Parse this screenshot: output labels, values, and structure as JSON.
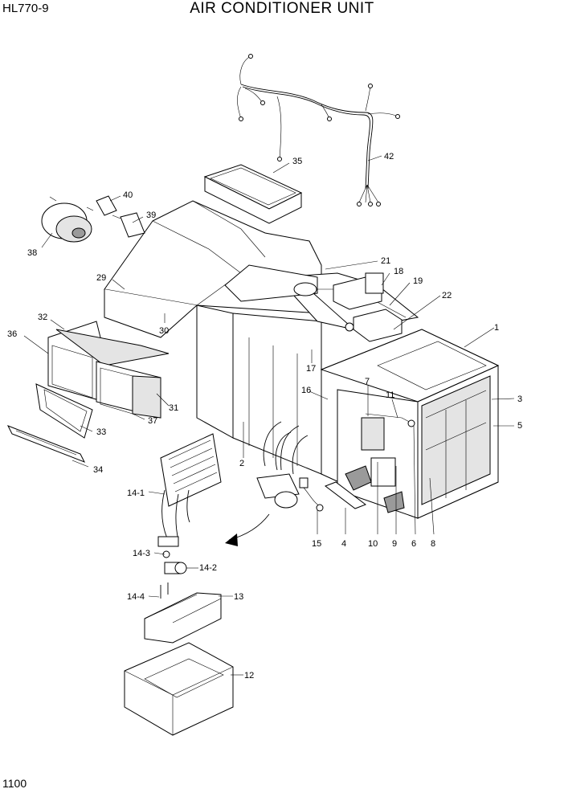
{
  "header": {
    "model": "HL770-9",
    "title": "AIR CONDITIONER UNIT"
  },
  "footer": {
    "page_number": "1100"
  },
  "callouts": [
    {
      "id": "c1",
      "label": "1"
    },
    {
      "id": "c2",
      "label": "2"
    },
    {
      "id": "c3",
      "label": "3"
    },
    {
      "id": "c4",
      "label": "4"
    },
    {
      "id": "c5",
      "label": "5"
    },
    {
      "id": "c6",
      "label": "6"
    },
    {
      "id": "c7",
      "label": "7"
    },
    {
      "id": "c8",
      "label": "8"
    },
    {
      "id": "c9",
      "label": "9"
    },
    {
      "id": "c10",
      "label": "10"
    },
    {
      "id": "c11",
      "label": "11"
    },
    {
      "id": "c12",
      "label": "12"
    },
    {
      "id": "c13",
      "label": "13"
    },
    {
      "id": "c14-1",
      "label": "14-1"
    },
    {
      "id": "c14-2",
      "label": "14-2"
    },
    {
      "id": "c14-3",
      "label": "14-3"
    },
    {
      "id": "c14-4",
      "label": "14-4"
    },
    {
      "id": "c15",
      "label": "15"
    },
    {
      "id": "c16",
      "label": "16"
    },
    {
      "id": "c17",
      "label": "17"
    },
    {
      "id": "c18",
      "label": "18"
    },
    {
      "id": "c19",
      "label": "19"
    },
    {
      "id": "c21",
      "label": "21"
    },
    {
      "id": "c22",
      "label": "22"
    },
    {
      "id": "c29",
      "label": "29"
    },
    {
      "id": "c30",
      "label": "30"
    },
    {
      "id": "c31",
      "label": "31"
    },
    {
      "id": "c32",
      "label": "32"
    },
    {
      "id": "c33",
      "label": "33"
    },
    {
      "id": "c34",
      "label": "34"
    },
    {
      "id": "c35",
      "label": "35"
    },
    {
      "id": "c36",
      "label": "36"
    },
    {
      "id": "c37",
      "label": "37"
    },
    {
      "id": "c38",
      "label": "38"
    },
    {
      "id": "c39",
      "label": "39"
    },
    {
      "id": "c40",
      "label": "40"
    },
    {
      "id": "c42",
      "label": "42"
    }
  ]
}
